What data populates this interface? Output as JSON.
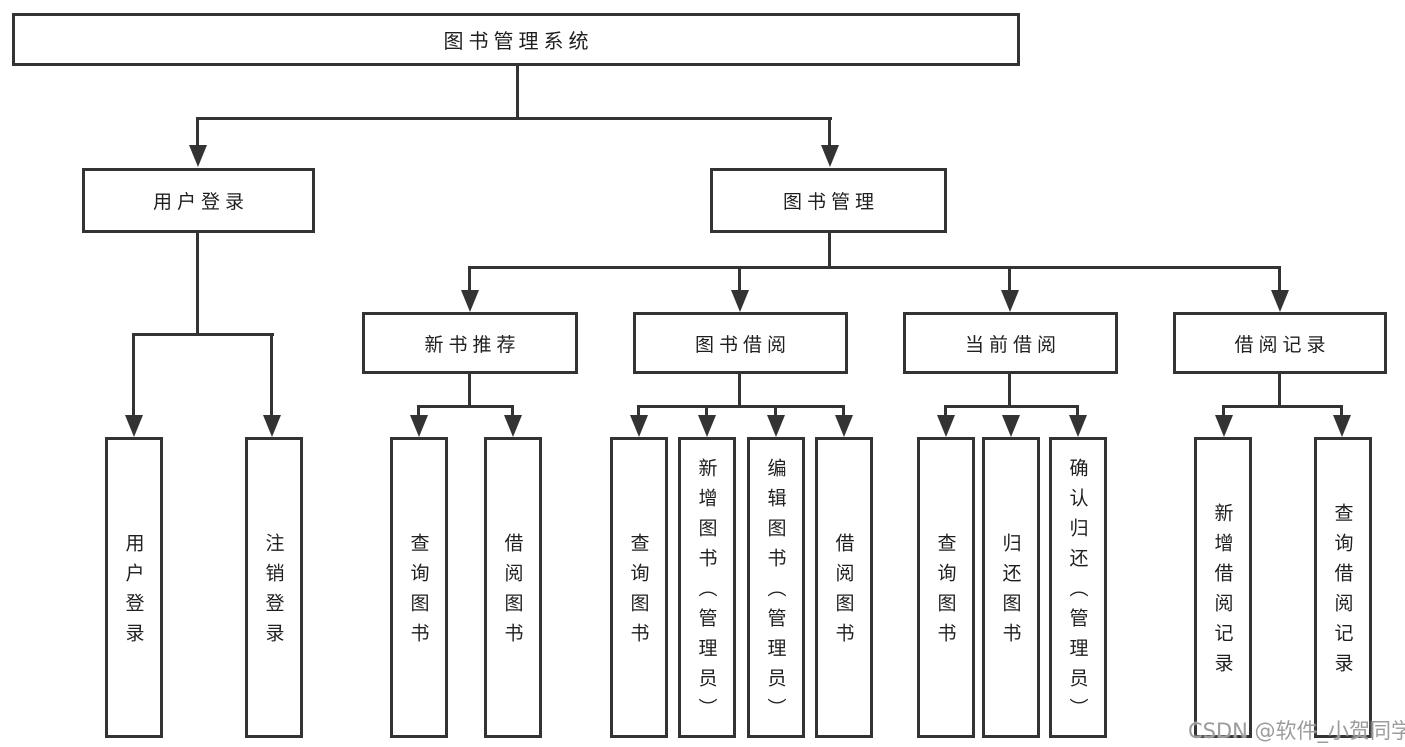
{
  "tree": {
    "root": "图书管理系统",
    "branches": [
      {
        "label": "用户登录",
        "children": [
          "用户登录",
          "注销登录"
        ]
      },
      {
        "label": "图书管理",
        "children": [
          {
            "label": "新书推荐",
            "children": [
              "查询图书",
              "借阅图书"
            ]
          },
          {
            "label": "图书借阅",
            "children": [
              "查询图书",
              "新增图书（管理员）",
              "编辑图书（管理员）",
              "借阅图书"
            ]
          },
          {
            "label": "当前借阅",
            "children": [
              "查询图书",
              "归还图书",
              "确认归还（管理员）"
            ]
          },
          {
            "label": "借阅记录",
            "children": [
              "新增借阅记录",
              "查询借阅记录"
            ]
          }
        ]
      }
    ]
  },
  "watermark": "CSDN @软件_小贺同学",
  "colors": {
    "line": "#333333",
    "text": "#1f1f1f",
    "background": "#ffffff",
    "watermark": "#9c9c9c"
  }
}
